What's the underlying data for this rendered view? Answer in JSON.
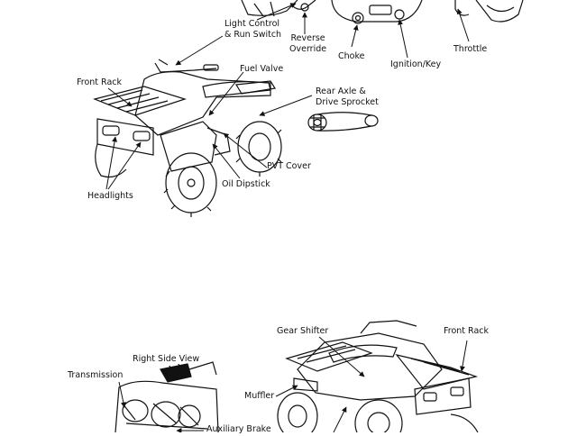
{
  "top_diagram": {
    "callouts": {
      "light_control": "Light Control\n& Run Switch",
      "reverse_override": "Reverse\nOverride",
      "choke": "Choke",
      "ignition_key": "Ignition/Key",
      "throttle": "Throttle",
      "fuel_valve": "Fuel Valve",
      "front_rack": "Front Rack",
      "rear_axle": "Rear Axle &\nDrive Sprocket",
      "pvt_cover": "PVT Cover",
      "oil_dipstick": "Oil Dipstick",
      "headlights": "Headlights"
    }
  },
  "bottom_diagram": {
    "callouts": {
      "gear_shifter": "Gear Shifter",
      "front_rack": "Front Rack",
      "right_side_view": "Right Side View",
      "transmission": "Transmission",
      "muffler": "Muffler",
      "auxiliary_brake": "Auxiliary Brake"
    }
  },
  "colors": {
    "ink": "#111111",
    "background": "#ffffff"
  }
}
